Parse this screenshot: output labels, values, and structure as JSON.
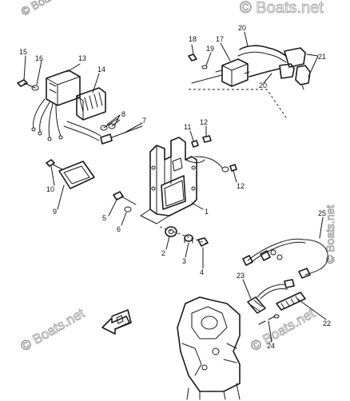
{
  "watermark": {
    "top": "© Boats.net",
    "left": "© Boats.net",
    "bottom_right": "© Boats.net",
    "right_side": "© Boats.net",
    "top_left": "© Boats.net"
  },
  "callouts": [
    {
      "id": "c15",
      "text": "15"
    },
    {
      "id": "c16",
      "text": "16"
    },
    {
      "id": "c13",
      "text": "13"
    },
    {
      "id": "c14",
      "text": "14"
    },
    {
      "id": "c8",
      "text": "8"
    },
    {
      "id": "c7",
      "text": "7"
    },
    {
      "id": "c18",
      "text": "18"
    },
    {
      "id": "c17",
      "text": "17"
    },
    {
      "id": "c19",
      "text": "19"
    },
    {
      "id": "c20a",
      "text": "20"
    },
    {
      "id": "c21",
      "text": "21"
    },
    {
      "id": "c20b",
      "text": "20"
    },
    {
      "id": "c11",
      "text": "11"
    },
    {
      "id": "c12a",
      "text": "12"
    },
    {
      "id": "c10",
      "text": "10"
    },
    {
      "id": "c12b",
      "text": "12"
    },
    {
      "id": "c9",
      "text": "9"
    },
    {
      "id": "c1",
      "text": "1"
    },
    {
      "id": "c5",
      "text": "5"
    },
    {
      "id": "c6",
      "text": "6"
    },
    {
      "id": "c2",
      "text": "2"
    },
    {
      "id": "c3",
      "text": "3"
    },
    {
      "id": "c4",
      "text": "4"
    },
    {
      "id": "c25",
      "text": "25"
    },
    {
      "id": "c23",
      "text": "23"
    },
    {
      "id": "c22",
      "text": "22"
    },
    {
      "id": "c24",
      "text": "24"
    }
  ]
}
